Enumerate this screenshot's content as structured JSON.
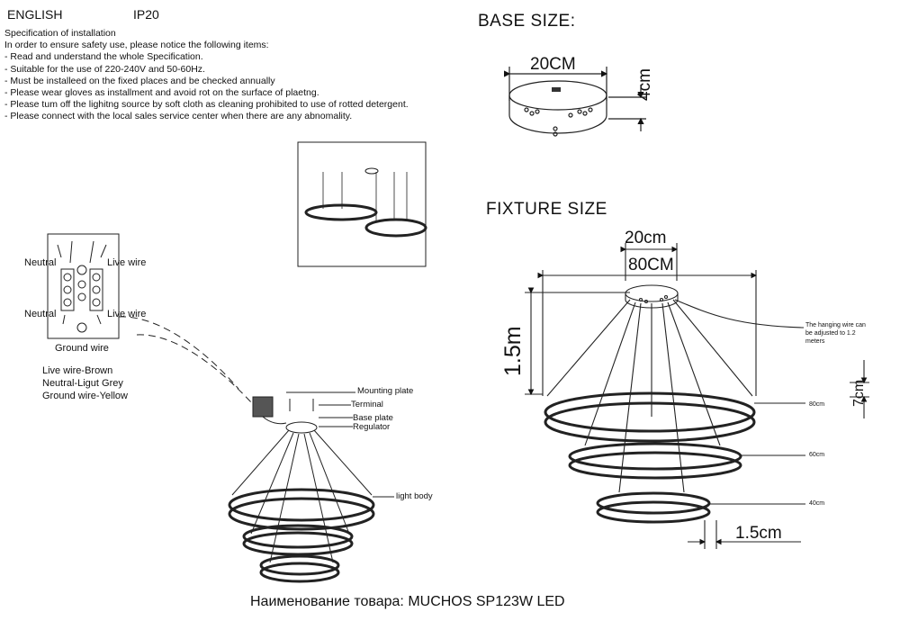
{
  "header": {
    "language": "ENGLISH",
    "ip_rating": "IP20"
  },
  "spec": {
    "title": "Specification of installation",
    "lines": [
      "In order to ensure safety use, please notice the following items:",
      "- Read and understand the whole Specification.",
      "- Suitable for the use of 220-240V and 50-60Hz.",
      "- Must be installeed on the fixed places and be checked annually",
      "- Please wear gloves as installment and avoid rot on the surface of plaetng.",
      "- Please tum off the lighitng source by soft cloth as cleaning prohibited to use of rotted detergent.",
      "- Please connect with the local sales service center when there are any abnomality."
    ]
  },
  "base": {
    "title": "BASE SIZE:",
    "width": "20CM",
    "height": "4cm"
  },
  "fixture": {
    "title": "FIXTURE SIZE",
    "base_width": "20cm",
    "outer_width": "80CM",
    "height": "1.5m",
    "wire_note": [
      "The hanging wire can",
      "be adjusted to 1.2",
      "meters"
    ],
    "ring_height": "7cm",
    "ring_labels": [
      "80cm",
      "60cm",
      "40cm"
    ],
    "ring_thickness": "1.5cm"
  },
  "wiring": {
    "labels": {
      "neutral_top": "Neutral",
      "live_top": "Live wire",
      "neutral_bottom": "Neutral",
      "live_bottom": "Live wire",
      "ground": "Ground wire"
    },
    "colors": [
      "Live wire-Brown",
      "Neutral-Ligut Grey",
      "Ground wire-Yellow"
    ]
  },
  "install": {
    "parts": [
      "Mounting plate",
      "Terminal",
      "Base plate",
      "Regulator",
      "light body"
    ]
  },
  "footer": {
    "product": "Наименование товара: MUCHOS SP123W LED"
  }
}
